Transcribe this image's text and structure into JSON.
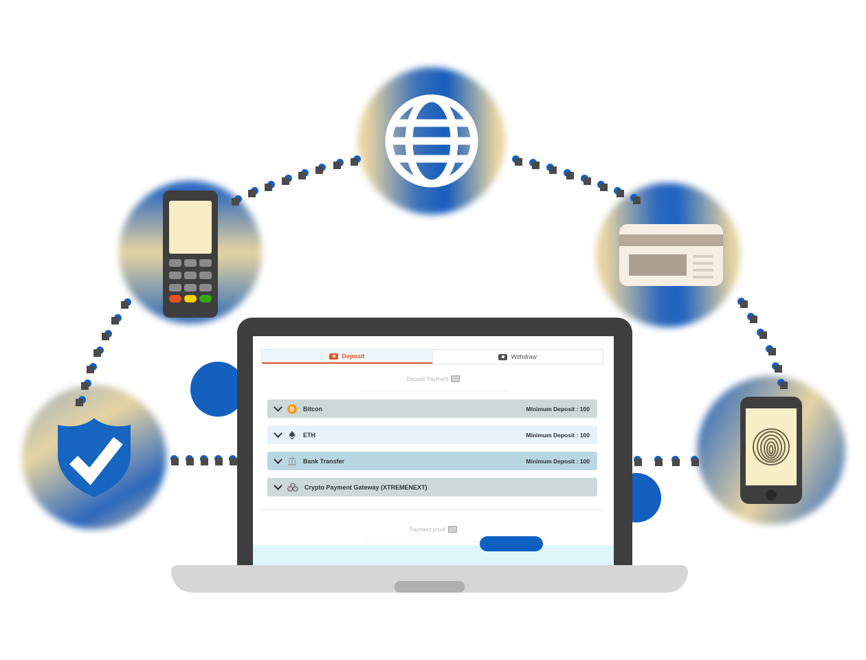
{
  "colors": {
    "accent_blue": "#1360bf",
    "accent_tan": "#e7d4a2",
    "accent_orange": "#e8572a",
    "bitcoin_orange": "#f7941d",
    "row_bitcoin_bg": "#ccd9d6",
    "row_eth_bg": "#e9f2fb",
    "row_bank_bg": "#b9d7e3",
    "row_crypto_bg": "#ccd9d8",
    "footer_strip": "#def6fa"
  },
  "icons": {
    "globe": "globe-icon",
    "pos_terminal": "pos-terminal-icon",
    "credit_card": "credit-card-icon",
    "shield_check": "shield-check-icon",
    "fingerprint_phone": "fingerprint-phone-icon",
    "banknote": "banknote-icon",
    "chevron": "chevron-down-icon",
    "bitcoin": "bitcoin-icon",
    "ethereum": "ethereum-icon",
    "bank": "bank-icon",
    "crypto_gateway": "crypto-coins-icon"
  },
  "laptop": {
    "tabs": [
      {
        "label": "Deposit"
      },
      {
        "label": "Withdraw"
      }
    ],
    "deposit_payment_label": "Deposit Payment",
    "payment_methods": [
      {
        "name": "Bitcon",
        "min_deposit": "Minimum Deposit : 100"
      },
      {
        "name": "ETH",
        "min_deposit": "Minimum Deposit : 100"
      },
      {
        "name": "Bank Transfer",
        "min_deposit": "Minimum Deposit : 100"
      },
      {
        "name": "Crypto Payment Gateway (XTREMENEXT)",
        "min_deposit": ""
      }
    ],
    "payment_proof_label": "Payment proof"
  }
}
